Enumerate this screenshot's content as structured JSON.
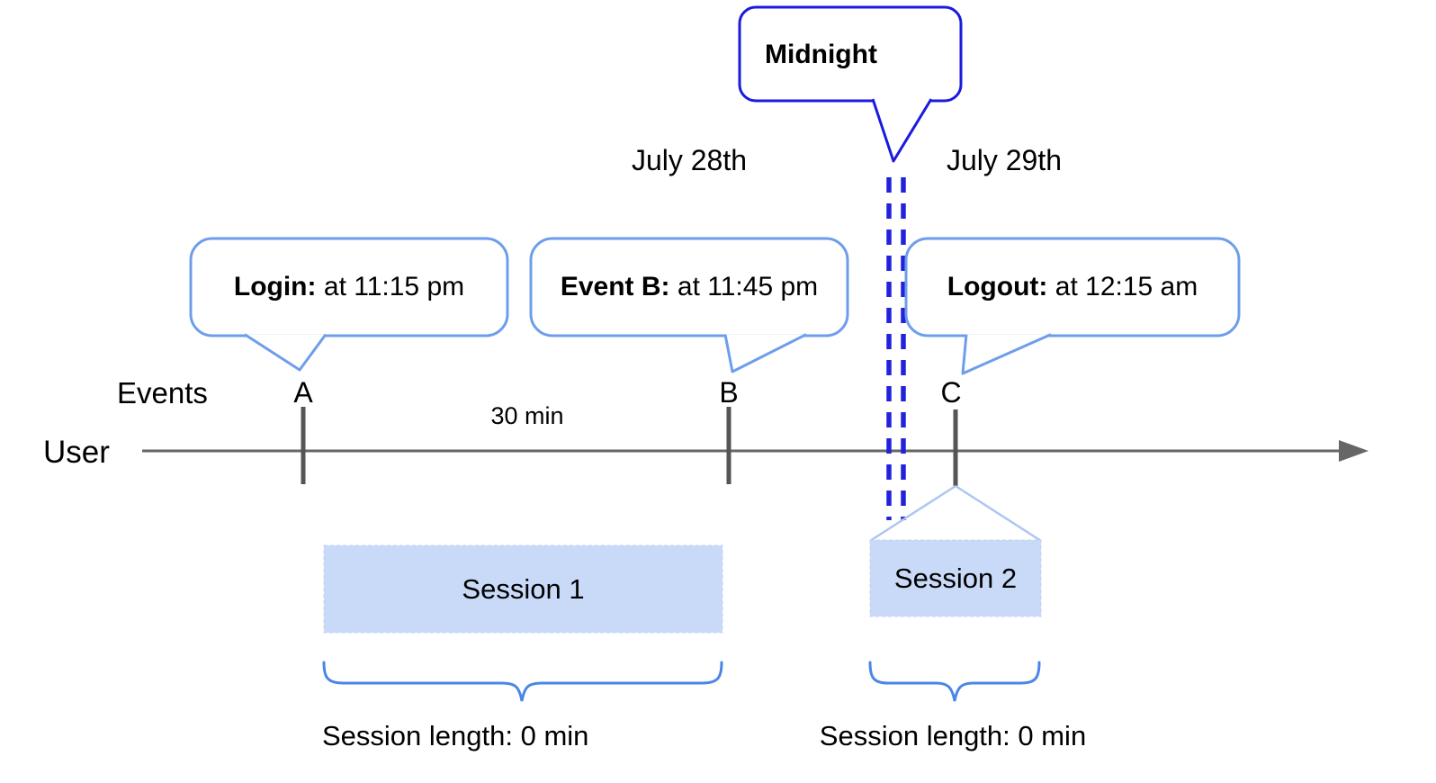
{
  "colors": {
    "midnight_blue": "#1a1ae0",
    "dash_blue": "#2222dd",
    "bubble_blue": "#6d9eeb",
    "brace_blue": "#4a86e8",
    "funnel_blue": "#aec6f0",
    "session_fill": "#c9daf8",
    "session_edge": "#c3d4f4",
    "axis_gray": "#666666",
    "tick_gray": "#555555"
  },
  "callouts": {
    "midnight": "Midnight",
    "login": {
      "label": "Login:",
      "time": "at 11:15 pm"
    },
    "event_b": {
      "label": "Event B:",
      "time": "at 11:45 pm"
    },
    "logout": {
      "label": "Logout:",
      "time": "at 12:15 am"
    }
  },
  "dates": {
    "before_midnight": "July 28th",
    "after_midnight": "July 29th"
  },
  "axis": {
    "events_label": "Events",
    "user_label": "User",
    "interval_label": "30 min",
    "event_marks": [
      "A",
      "B",
      "C"
    ]
  },
  "sessions": [
    {
      "name": "Session 1",
      "length_label": "Session length: 0 min"
    },
    {
      "name": "Session 2",
      "length_label": "Session length: 0 min"
    }
  ]
}
